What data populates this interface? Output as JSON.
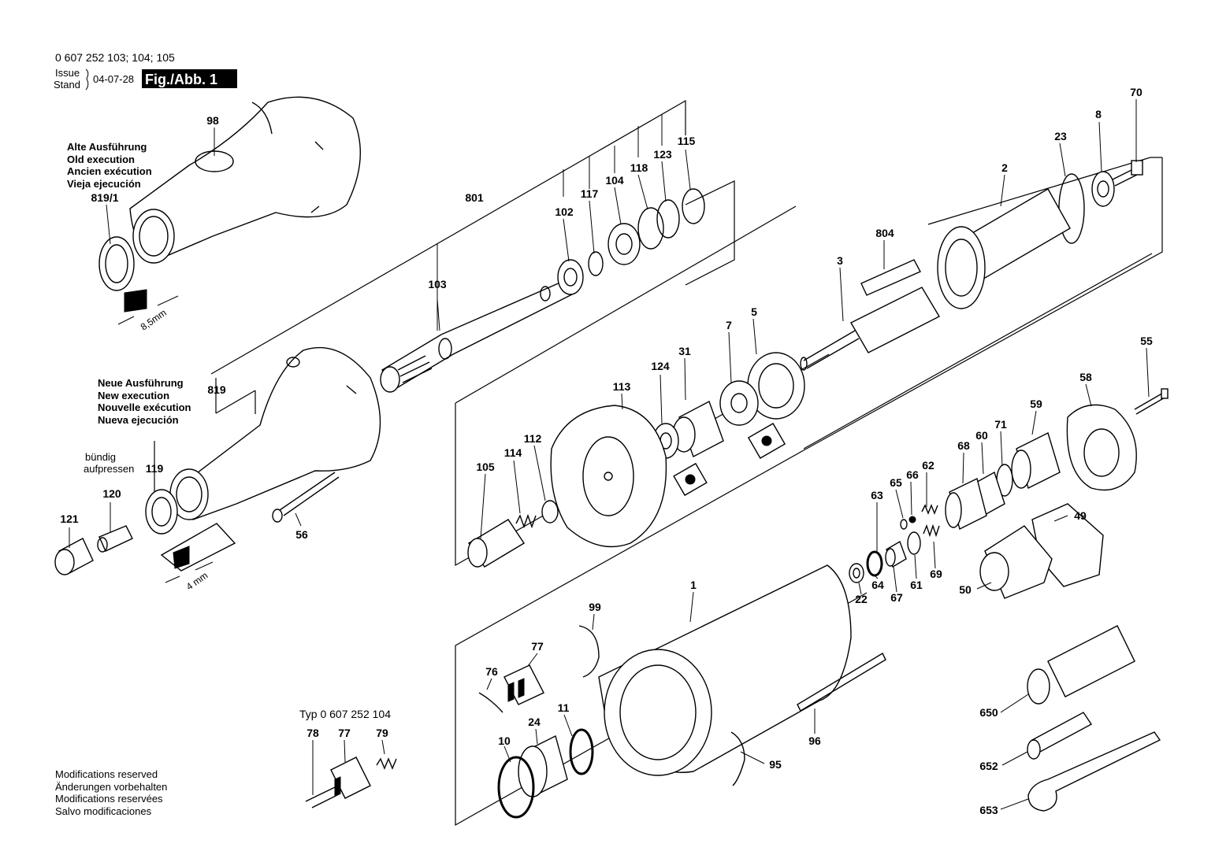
{
  "header": {
    "part_number": "0 607 252 103; 104; 105",
    "issue_label": "Issue",
    "stand_label": "Stand",
    "issue_date": "04-07-28",
    "figure_badge": "Fig./Abb. 1"
  },
  "old_execution": {
    "lines": [
      "Alte Ausführung",
      "Old execution",
      "Ancien exécution",
      "Vieja ejecución"
    ],
    "part": "819/1",
    "dimension": "8,5mm"
  },
  "new_execution": {
    "lines": [
      "Neue Ausführung",
      "New execution",
      "Nouvelle exécution",
      "Nueva ejecución"
    ],
    "press_note": [
      "bündig",
      "aufpressen"
    ],
    "dimension": "4 mm"
  },
  "type_note": "Typ 0 607 252 104",
  "modifications": [
    "Modifications reserved",
    "Änderungen vorbehalten",
    "Modifications reservées",
    "Salvo modificaciones"
  ],
  "callouts": {
    "p98": "98",
    "p819_1": "819/1",
    "p801": "801",
    "p102": "102",
    "p117": "117",
    "p104": "104",
    "p118": "118",
    "p123": "123",
    "p115": "115",
    "p103": "103",
    "p819": "819",
    "p119": "119",
    "p120": "120",
    "p121": "121",
    "p56": "56",
    "p70": "70",
    "p8": "8",
    "p23": "23",
    "p2": "2",
    "p804": "804",
    "p3": "3",
    "p5": "5",
    "p7": "7",
    "p31": "31",
    "p124": "124",
    "p113": "113",
    "p112": "112",
    "p114": "114",
    "p105": "105",
    "p55": "55",
    "p58": "58",
    "p59": "59",
    "p71": "71",
    "p60": "60",
    "p68": "68",
    "p62": "62",
    "p66": "66",
    "p65": "65",
    "p63": "63",
    "p49": "49",
    "p50": "50",
    "p69": "69",
    "p61": "61",
    "p67": "67",
    "p64": "64",
    "p22": "22",
    "p1": "1",
    "p99": "99",
    "p77": "77",
    "p76": "76",
    "p24": "24",
    "p11": "11",
    "p10": "10",
    "p96": "96",
    "p95": "95",
    "p650": "650",
    "p652": "652",
    "p653": "653",
    "p78": "78",
    "p77b": "77",
    "p79": "79"
  }
}
